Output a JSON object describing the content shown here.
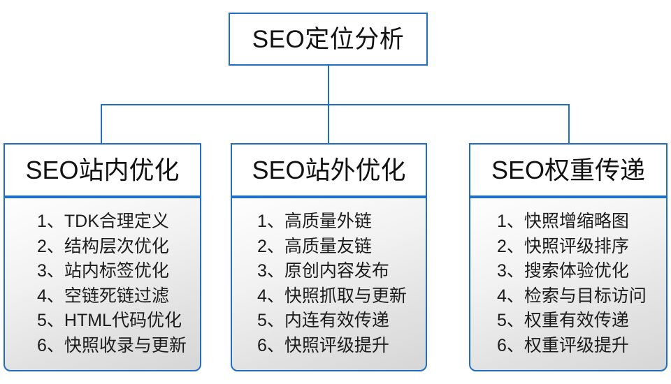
{
  "diagram": {
    "type": "org-tree",
    "accent_color": "#1F6FC4",
    "root": {
      "label": "SEO定位分析"
    },
    "columns": [
      {
        "header": "SEO站内优化",
        "items": [
          "1、TDK合理定义",
          "2、结构层次优化",
          "3、站内标签优化",
          "4、空链死链过滤",
          "5、HTML代码优化",
          "6、快照收录与更新"
        ]
      },
      {
        "header": "SEO站外优化",
        "items": [
          "1、高质量外链",
          "2、高质量友链",
          "3、原创内容发布",
          "4、快照抓取与更新",
          "5、内连有效传递",
          "6、快照评级提升"
        ]
      },
      {
        "header": "SEO权重传递",
        "items": [
          "1、快照增缩略图",
          "2、快照评级排序",
          "3、搜索体验优化",
          "4、检索与目标访问",
          "5、权重有效传递",
          "6、权重评级提升"
        ]
      }
    ]
  }
}
